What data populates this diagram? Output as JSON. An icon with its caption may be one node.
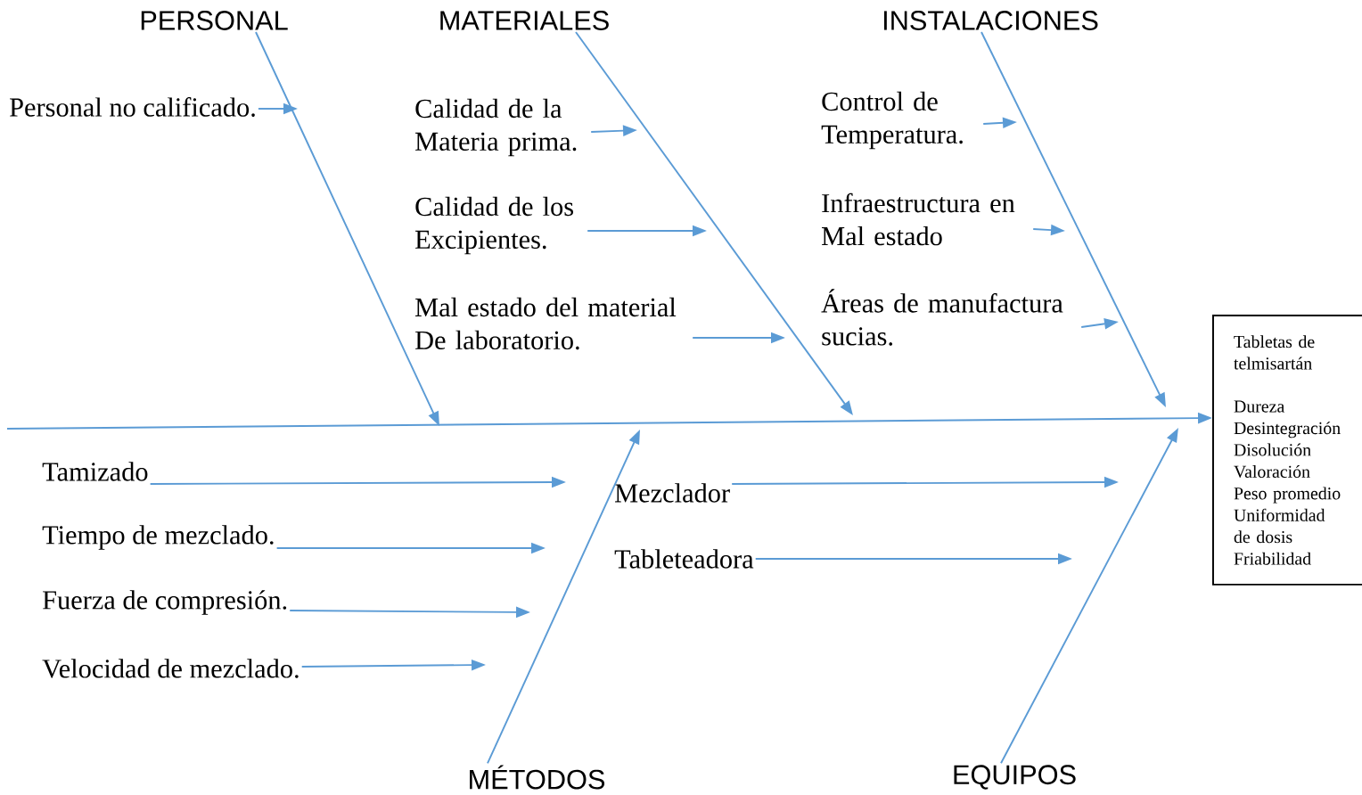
{
  "diagram": {
    "nodes": [
      {
        "text": [
          "PERSONAL"
        ]
      },
      {
        "text": [
          "MATERIALES"
        ]
      },
      {
        "text": [
          "INSTALACIONES"
        ]
      },
      {
        "text": [
          "MÉTODOS"
        ]
      },
      {
        "text": [
          "EQUIPOS"
        ]
      },
      {
        "text": [
          "Personal no calificado."
        ]
      },
      {
        "text": [
          "Calidad de la Materia prima."
        ]
      },
      {
        "text": [
          "Calidad de los Excipientes."
        ]
      },
      {
        "text": [
          "Mal estado del material De laboratorio."
        ]
      },
      {
        "text": [
          "Control de Temperatura."
        ]
      },
      {
        "text": [
          "Infraestructura en Mal estado"
        ]
      },
      {
        "text": [
          "Áreas de manufactura sucias."
        ]
      },
      {
        "text": [
          "Tamizado"
        ]
      },
      {
        "text": [
          "Tiempo de mezclado."
        ]
      },
      {
        "text": [
          "Fuerza de compresión."
        ]
      },
      {
        "text": [
          "Velocidad de mezclado."
        ]
      },
      {
        "text": [
          "Mezclador"
        ]
      },
      {
        "text": [
          "Tableteadora"
        ]
      },
      {
        "text": [
          "Tabletas de telmisartán",
          "Dureza",
          "Desintegración",
          "Disolución",
          "Valoración",
          "Peso promedio",
          "Uniformidad de dosis",
          "Friabilidad"
        ]
      }
    ],
    "edges": [
      {
        "from": null,
        "to": 18,
        "arrow": "to"
      },
      {
        "from": 0,
        "to": null,
        "arrow": "to"
      },
      {
        "from": 1,
        "to": null,
        "arrow": "to"
      },
      {
        "from": 2,
        "to": null,
        "arrow": "to"
      },
      {
        "from": 3,
        "to": null,
        "arrow": "to"
      },
      {
        "from": 4,
        "to": null,
        "arrow": "to"
      },
      {
        "from": 5,
        "to": null,
        "arrow": "to"
      },
      {
        "from": 6,
        "to": null,
        "arrow": "to"
      },
      {
        "from": 7,
        "to": null,
        "arrow": "to"
      },
      {
        "from": 8,
        "to": null,
        "arrow": "to"
      },
      {
        "from": 9,
        "to": null,
        "arrow": "to"
      },
      {
        "from": 10,
        "to": null,
        "arrow": "to"
      },
      {
        "from": 11,
        "to": null,
        "arrow": "to"
      },
      {
        "from": 12,
        "to": null,
        "arrow": "to"
      },
      {
        "from": 13,
        "to": null,
        "arrow": "to"
      },
      {
        "from": 14,
        "to": null,
        "arrow": "to"
      },
      {
        "from": 15,
        "to": null,
        "arrow": "to"
      },
      {
        "from": 16,
        "to": null,
        "arrow": "to"
      },
      {
        "from": 17,
        "to": null,
        "arrow": "to"
      }
    ]
  }
}
